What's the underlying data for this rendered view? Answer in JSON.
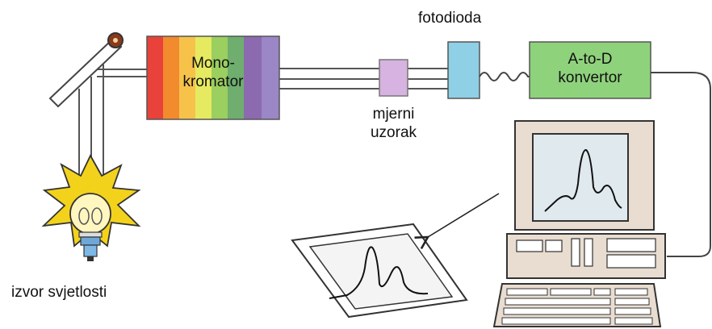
{
  "labels": {
    "monochromator_line1": "Mono-",
    "monochromator_line2": "kromator",
    "sample_line1": "mjerni",
    "sample_line2": "uzorak",
    "photodiode": "fotodioda",
    "adc_line1": "A-to-D",
    "adc_line2": "konvertor",
    "light_source": "izvor svjetlosti"
  },
  "colors": {
    "spectrum": [
      "#e8423b",
      "#f28a2e",
      "#f6c24a",
      "#e6ea61",
      "#9bcf5f",
      "#6fae6e",
      "#8c6ab0",
      "#9b86c6"
    ],
    "sample": "#d6b3e0",
    "photodiode": "#8fd0e6",
    "adc": "#8fd27c",
    "bulb_glow": "#f3d21c",
    "mirror_pivot": "#8a3a1a"
  },
  "icons": [
    "mirror-icon",
    "bulb-icon",
    "computer-icon",
    "printout-icon",
    "arrow-icon"
  ]
}
